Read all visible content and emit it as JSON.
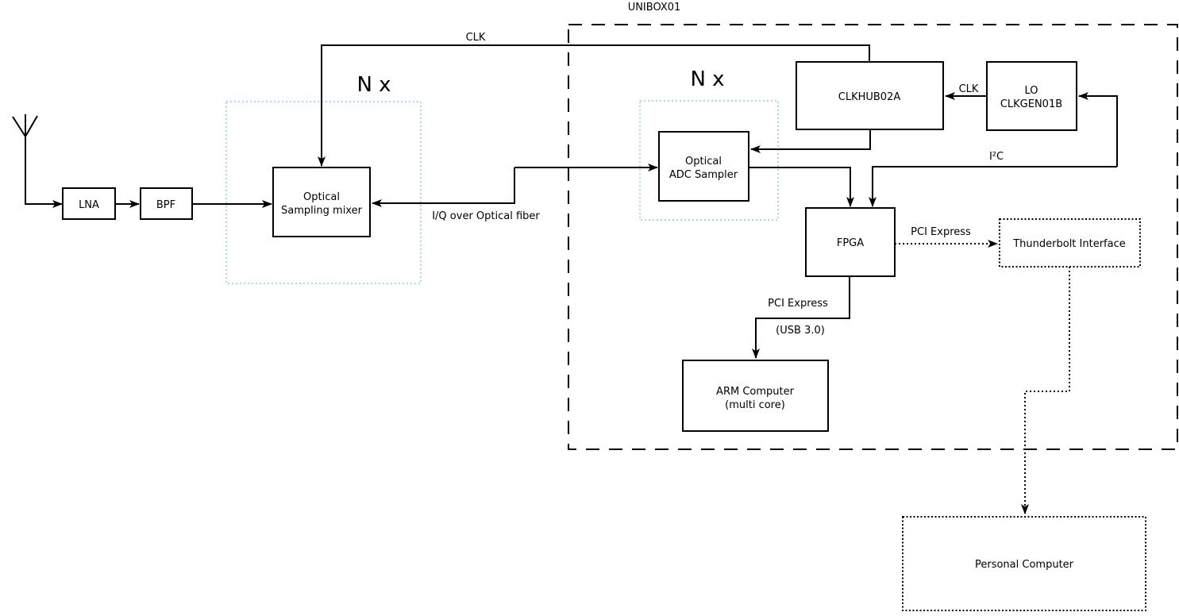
{
  "colors": {
    "accent_blue": "#aed7ea",
    "line": "#000000",
    "background": "#ffffff"
  },
  "groups": {
    "unibox": {
      "label": "UNIBOX01"
    },
    "nx_mixer": {
      "label": "N x"
    },
    "nx_adc": {
      "label": "N x"
    }
  },
  "nodes": {
    "lna": {
      "label": "LNA"
    },
    "bpf": {
      "label": "BPF"
    },
    "mixer": {
      "lines": [
        "Optical",
        "Sampling mixer"
      ]
    },
    "adc_sampler": {
      "lines": [
        "Optical",
        "ADC Sampler"
      ]
    },
    "clkhub": {
      "label": "CLKHUB02A"
    },
    "lo_clkgen": {
      "lines": [
        "LO",
        "CLKGEN01B"
      ]
    },
    "fpga": {
      "label": "FPGA"
    },
    "arm": {
      "lines": [
        "ARM Computer",
        "(multi core)"
      ]
    },
    "thunderbolt": {
      "label": "Thunderbolt Interface"
    },
    "pc": {
      "label": "Personal Computer"
    }
  },
  "edge_labels": {
    "clk_main": "CLK",
    "clk_lo_to_hub": "CLK",
    "iq_fiber": "I/Q over Optical fiber",
    "i2c": "I²C",
    "pci_express_thunderbolt": "PCI Express",
    "pci_express_arm": "PCI Express",
    "usb": "(USB 3.0)"
  }
}
